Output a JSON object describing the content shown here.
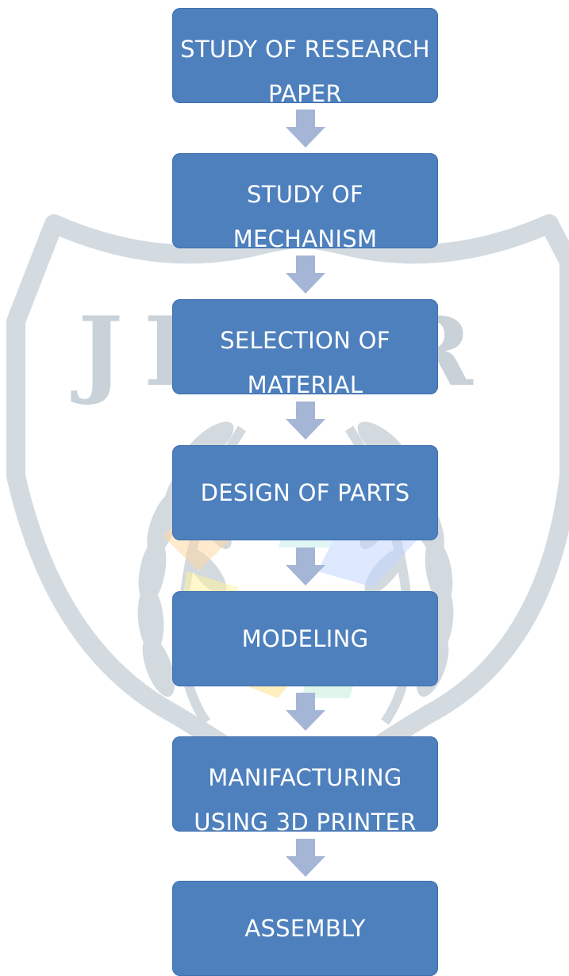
{
  "flowchart": {
    "steps": [
      {
        "label": "STUDY OF RESEARCH PAPER"
      },
      {
        "label": "STUDY OF MECHANISM"
      },
      {
        "label": "SELECTION OF MATERIAL"
      },
      {
        "label": "DESIGN OF PARTS"
      },
      {
        "label": "MODELING"
      },
      {
        "label": "MANIFACTURING USING 3D PRINTER"
      },
      {
        "label": "ASSEMBLY"
      }
    ],
    "colors": {
      "box_fill": "#4e80bd",
      "box_text": "#ffffff",
      "arrow_fill": "#a5b5d6"
    }
  },
  "watermark": {
    "text": "JETIR",
    "color": "#c9d2d9"
  }
}
